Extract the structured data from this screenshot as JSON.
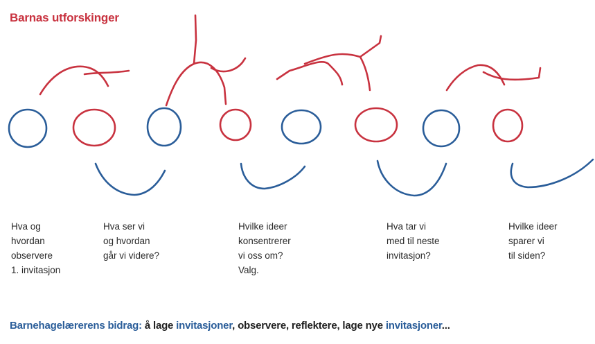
{
  "title": "Barnas utforskinger",
  "colors": {
    "red": "#c8323f",
    "blue": "#2a5d99",
    "text": "#2a2a2a"
  },
  "questions": [
    {
      "lines": [
        "Hva og",
        "hvordan",
        "observere",
        "1. invitasjon"
      ]
    },
    {
      "lines": [
        "Hva ser vi",
        "og hvordan",
        "går vi videre?"
      ]
    },
    {
      "lines": [
        "Hvilke ideer",
        "konsentrerer",
        "vi oss om?",
        "Valg."
      ]
    },
    {
      "lines": [
        "Hva tar vi",
        "med til neste",
        "invitasjon?"
      ]
    },
    {
      "lines": [
        "Hvilke ideer",
        "sparer vi",
        "til siden?"
      ]
    }
  ],
  "footer": {
    "label": "Barnehagelærerens bidrag:",
    "p1": " å lage ",
    "k1": "invitasjoner",
    "p2": ", observere, reflektere, lage nye ",
    "k2": "invitasjoner",
    "p3": "..."
  }
}
